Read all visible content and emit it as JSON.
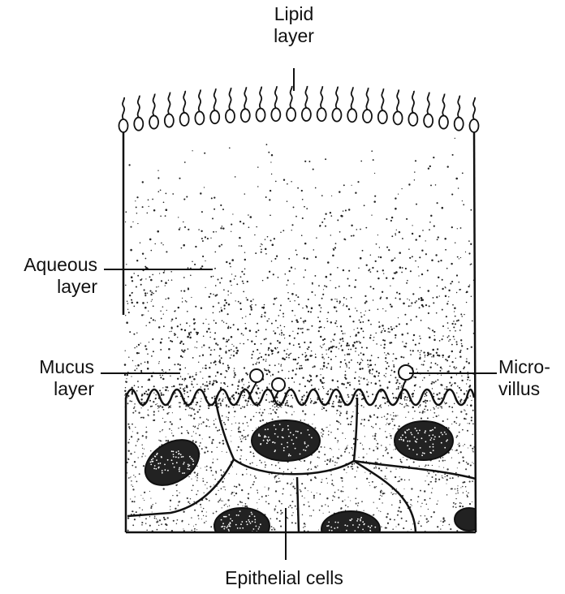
{
  "labels": {
    "lipid": {
      "line1": "Lipid",
      "line2": "layer"
    },
    "aqueous": {
      "line1": "Aqueous",
      "line2": "layer"
    },
    "mucus": {
      "line1": "Mucus",
      "line2": "layer"
    },
    "microvillus": {
      "line1": "Micro-",
      "line2": "villus"
    },
    "epithelial": {
      "line1": "Epithelial cells"
    }
  }
}
